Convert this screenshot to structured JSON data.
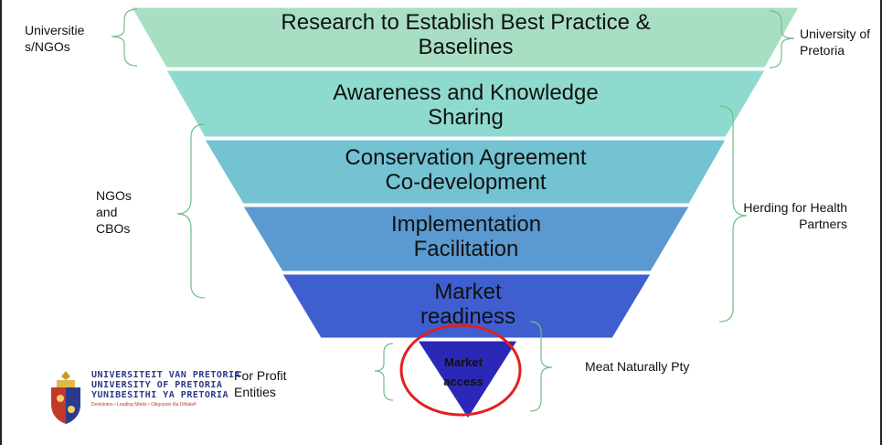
{
  "levels": [
    {
      "line1": "Research to Establish Best Practice &",
      "line2": "Baselines",
      "color": "#a8dfc4"
    },
    {
      "line1": "Awareness and Knowledge",
      "line2": "Sharing",
      "color": "#8fdace"
    },
    {
      "line1": "Conservation Agreement",
      "line2": "Co-development",
      "color": "#73c3d2"
    },
    {
      "line1": "Implementation",
      "line2": "Facilitation",
      "color": "#5b9ad0"
    },
    {
      "line1": "Market",
      "line2": "readiness",
      "color": "#3f5fd0"
    },
    {
      "line1": "Market",
      "line2": "access",
      "color": "#2b28b8"
    }
  ],
  "labels": {
    "universities_ngos": {
      "line1": "Universitie",
      "line2": "s/NGOs"
    },
    "university_pretoria": {
      "line1": "University of",
      "line2": "Pretoria"
    },
    "ngos_cbos": {
      "line1": "NGOs",
      "line2": "and",
      "line3": "CBOs"
    },
    "herding": {
      "line1": "Herding for Health",
      "line2": "Partners"
    },
    "for_profit": {
      "line1": "For Profit",
      "line2": "Entities"
    },
    "meat_naturally": "Meat Naturally Pty"
  },
  "logo": {
    "line1": "UNIVERSITEIT VAN PRETORIA",
    "line2": "UNIVERSITY OF PRETORIA",
    "line3": "YUNIBESITHI YA PRETORIA",
    "tagline": "Denkleiers • Leading Minds • Dikgopolo tša Dihlalefi"
  },
  "colors": {
    "bracket": "#6fbf8a",
    "highlight": "#e02020",
    "accent": "#2b3a8a"
  }
}
